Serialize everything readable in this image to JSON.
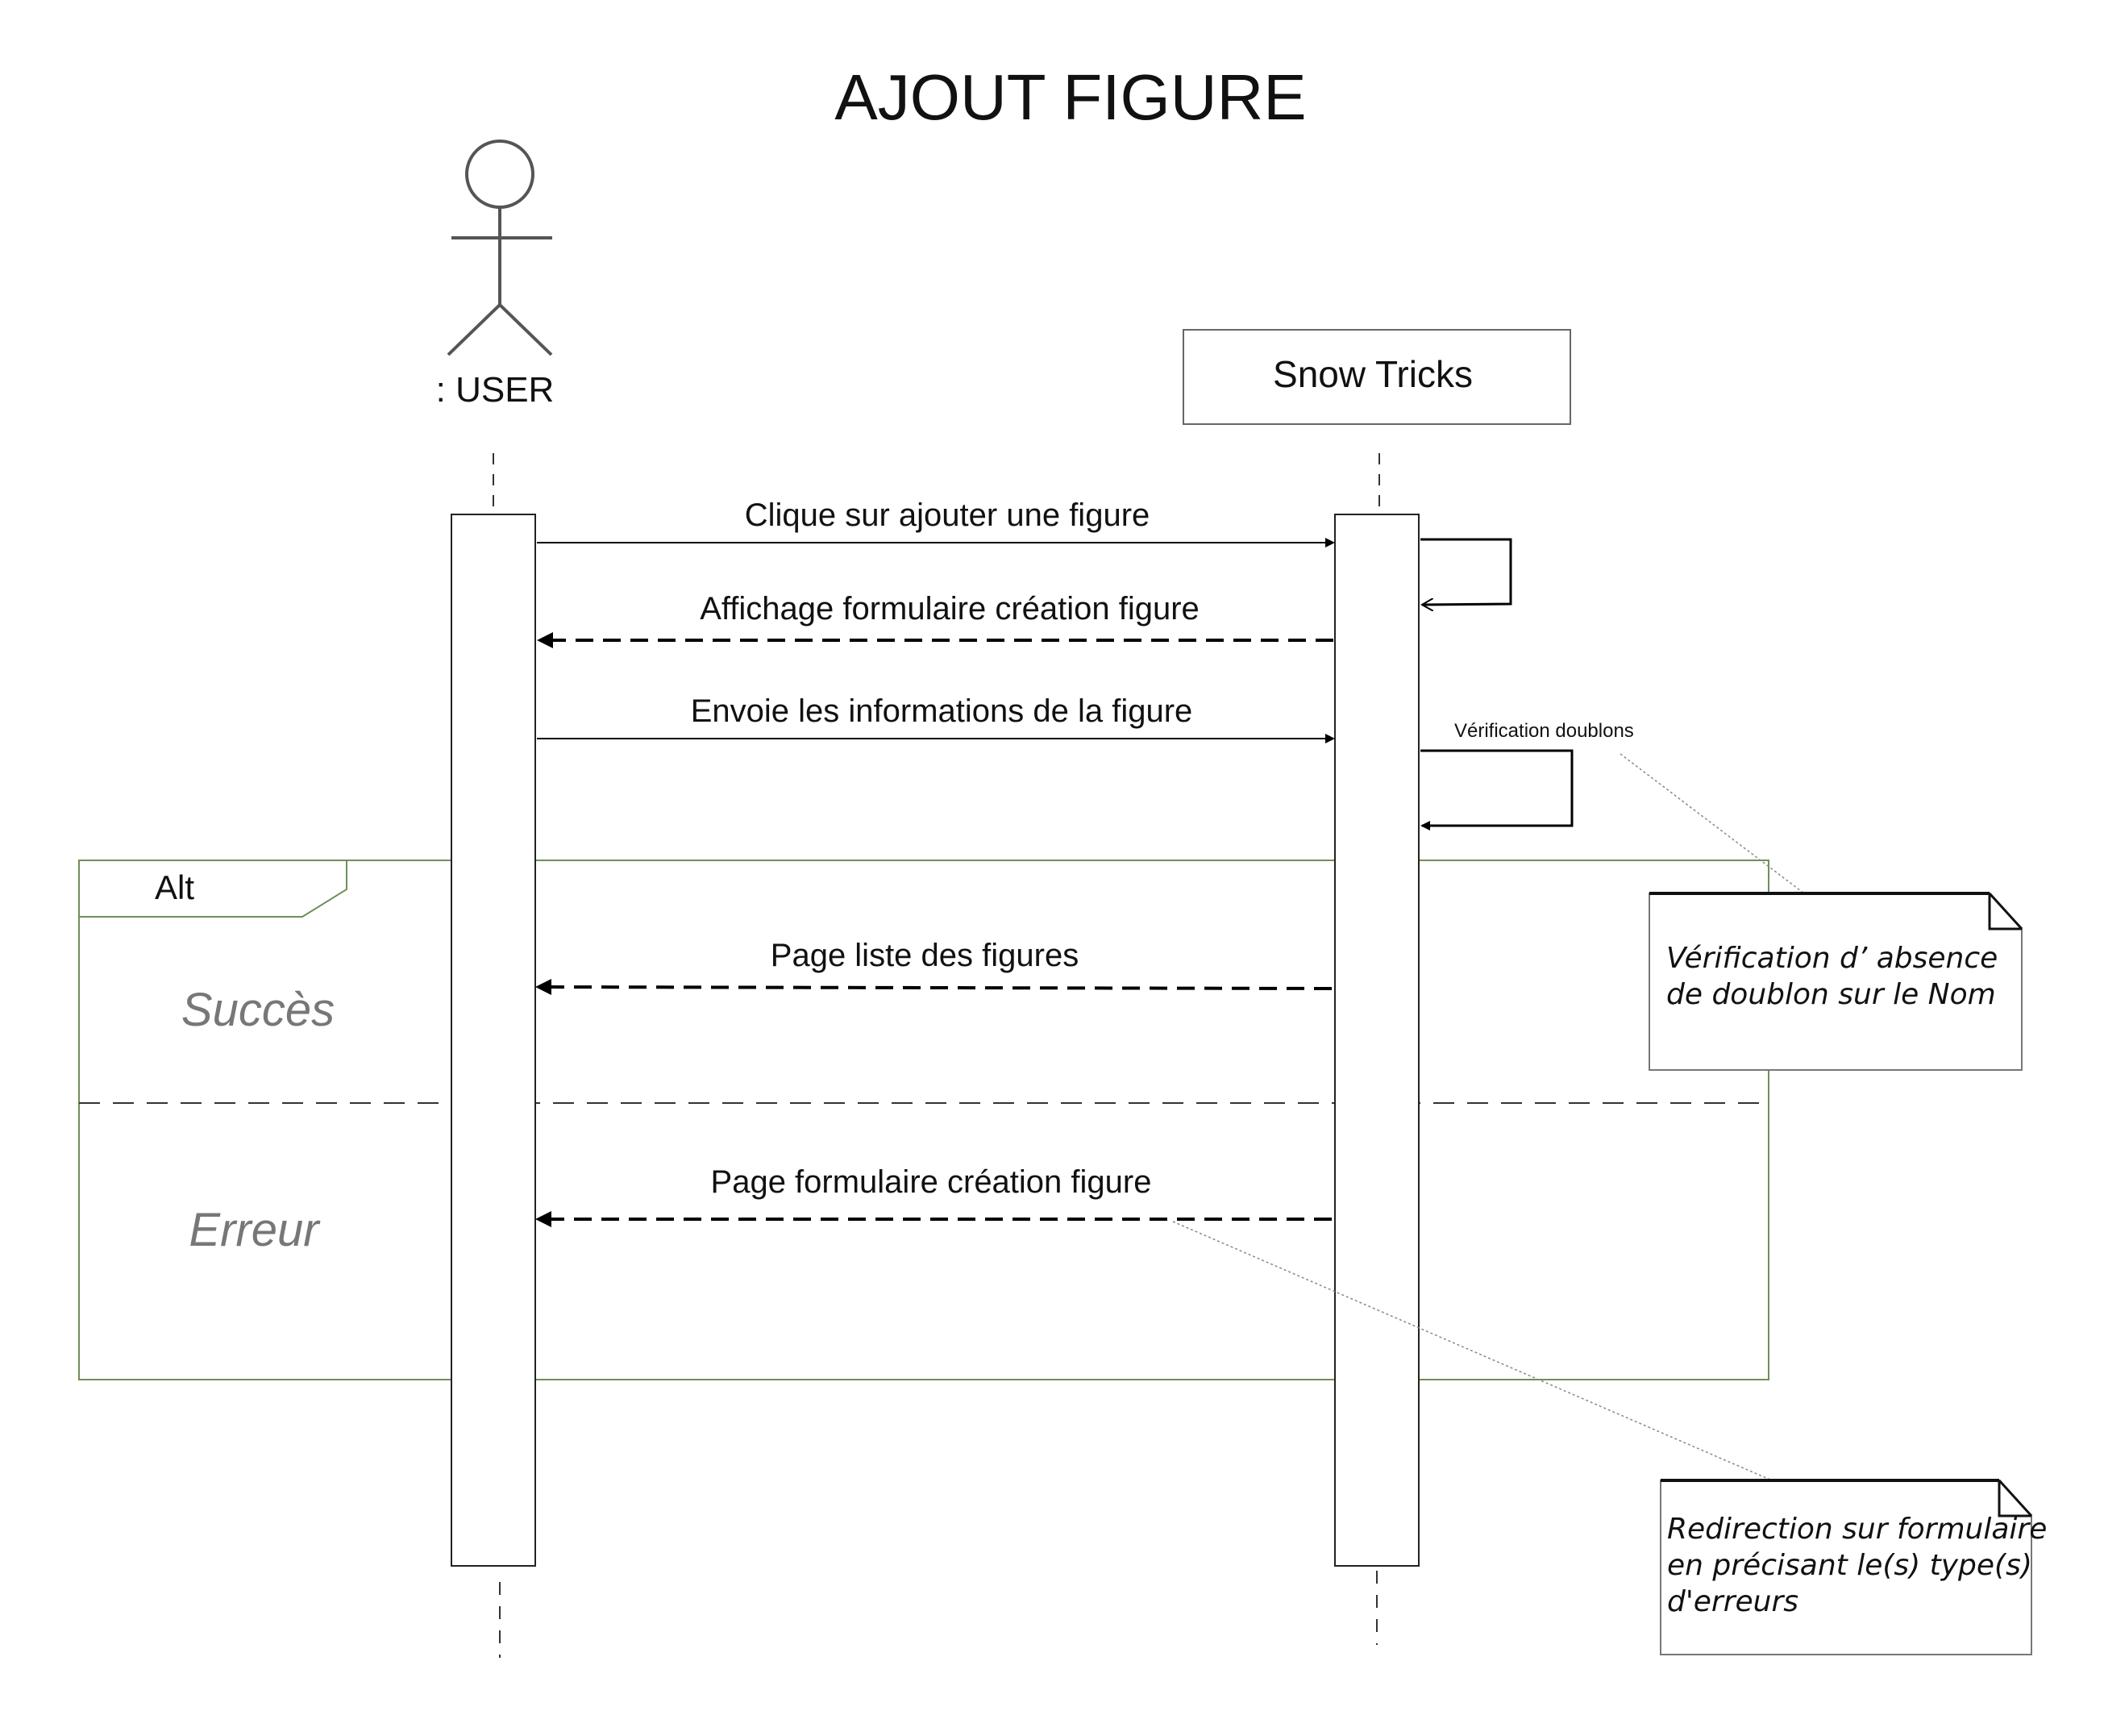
{
  "title": "AJOUT FIGURE",
  "actor": {
    "label": ": USER",
    "icon": "stick-figure-icon"
  },
  "system": {
    "label": "Snow Tricks"
  },
  "messages": {
    "m1": "Clique sur ajouter une figure",
    "m2": "Affichage formulaire création figure",
    "m3": "Envoie les informations de la figure",
    "self_check": "Vérification doublons",
    "m4": "Page liste des figures",
    "m5": "Page formulaire création figure"
  },
  "alt_frame": {
    "label": "Alt",
    "guard_success": "Succès",
    "guard_error": "Erreur",
    "color": "#6e8f5a"
  },
  "notes": {
    "note1": [
      "Vérification d’ absence",
      "de doublon sur le Nom"
    ],
    "note2": [
      "Redirection sur formulaire",
      "en précisant le(s) type(s)",
      "d'erreurs"
    ]
  }
}
